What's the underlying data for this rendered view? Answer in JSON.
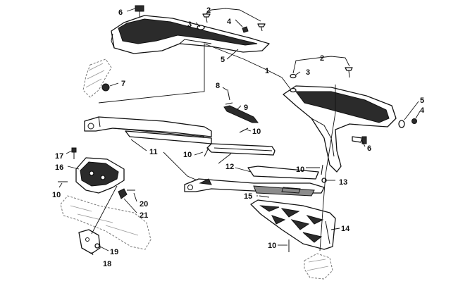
{
  "callouts": [
    {
      "id": "c1",
      "text": "1"
    },
    {
      "id": "c2a",
      "text": "2"
    },
    {
      "id": "c2b",
      "text": "2"
    },
    {
      "id": "c3a",
      "text": "3"
    },
    {
      "id": "c3b",
      "text": "3"
    },
    {
      "id": "c4a",
      "text": "4"
    },
    {
      "id": "c4b",
      "text": "4"
    },
    {
      "id": "c5a",
      "text": "5"
    },
    {
      "id": "c5b",
      "text": "5"
    },
    {
      "id": "c6a",
      "text": "6"
    },
    {
      "id": "c6b",
      "text": "6"
    },
    {
      "id": "c7",
      "text": "7"
    },
    {
      "id": "c8",
      "text": "8"
    },
    {
      "id": "c9",
      "text": "9"
    },
    {
      "id": "c10a",
      "text": "10"
    },
    {
      "id": "c10b",
      "text": "10"
    },
    {
      "id": "c10c",
      "text": "10"
    },
    {
      "id": "c10d",
      "text": "10"
    },
    {
      "id": "c10e",
      "text": "10"
    },
    {
      "id": "c11",
      "text": "11"
    },
    {
      "id": "c12",
      "text": "12"
    },
    {
      "id": "c13",
      "text": "13"
    },
    {
      "id": "c14",
      "text": "14"
    },
    {
      "id": "c15",
      "text": "15"
    },
    {
      "id": "c16",
      "text": "16"
    },
    {
      "id": "c17",
      "text": "17"
    },
    {
      "id": "c18",
      "text": "18"
    },
    {
      "id": "c19",
      "text": "19"
    },
    {
      "id": "c20",
      "text": "20"
    },
    {
      "id": "c21",
      "text": "21"
    }
  ]
}
